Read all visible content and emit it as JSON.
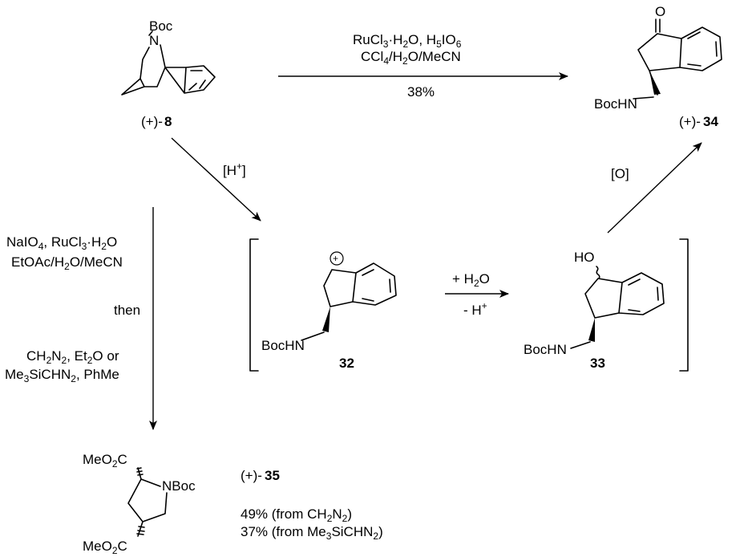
{
  "compound_8": {
    "atom_boc": "Boc",
    "atom_n": "N",
    "label_prefix": "(+)-",
    "label_number": "8"
  },
  "compound_34": {
    "atom_o": "O",
    "substituent": "BocHN",
    "label_prefix": "(+)-",
    "label_number": "34"
  },
  "compound_32": {
    "charge": "+",
    "substituent": "BocHN",
    "label_number": "32"
  },
  "compound_33": {
    "hydroxyl": "HO",
    "substituent": "BocHN",
    "label_number": "33"
  },
  "compound_35": {
    "ester_top": "MeO",
    "ester_top_sub": "2",
    "ester_top_c": "C",
    "ring_n": "NBoc",
    "ester_bottom": "MeO",
    "ester_bottom_sub": "2",
    "ester_bottom_c": "C",
    "label_prefix": "(+)-",
    "label_number": "35",
    "yield_1": "49% (from CH",
    "yield_1_sub": "2",
    "yield_1_mid": "N",
    "yield_1_sub2": "2",
    "yield_1_end": ")",
    "yield_2": "37% (from Me",
    "yield_2_sub": "3",
    "yield_2_mid": "SiCHN",
    "yield_2_sub2": "2",
    "yield_2_end": ")"
  },
  "arrow_top": {
    "line1_a": "RuCl",
    "line1_sub": "3",
    "line1_b": "·H",
    "line1_sub2": "2",
    "line1_c": "O, H",
    "line1_sub3": "5",
    "line1_d": "IO",
    "line1_sub4": "6",
    "line2_a": "CCl",
    "line2_sub": "4",
    "line2_b": "/H",
    "line2_sub2": "2",
    "line2_c": "O/MeCN",
    "yield": "38%"
  },
  "arrow_acid": {
    "label_a": "[H",
    "label_sup": "+",
    "label_b": "]"
  },
  "arrow_ox": {
    "label": "[O]"
  },
  "arrow_water": {
    "line1_a": "+ H",
    "line1_sub": "2",
    "line1_b": "O",
    "line2_a": "- H",
    "line2_sup": "+"
  },
  "arrow_left": {
    "line1_a": "NaIO",
    "line1_sub": "4",
    "line1_b": ", RuCl",
    "line1_sub2": "3",
    "line1_c": "·H",
    "line1_sub3": "2",
    "line1_d": "O",
    "line2_a": "EtOAc/H",
    "line2_sub": "2",
    "line2_b": "O/MeCN",
    "line3": "then",
    "line4_a": "CH",
    "line4_sub": "2",
    "line4_b": "N",
    "line4_sub2": "2",
    "line4_c": ", Et",
    "line4_sub3": "2",
    "line4_d": "O or",
    "line5_a": "Me",
    "line5_sub": "3",
    "line5_b": "SiCHN",
    "line5_sub2": "2",
    "line5_c": ", PhMe"
  }
}
